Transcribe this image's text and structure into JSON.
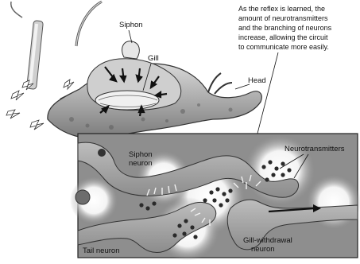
{
  "labels": {
    "siphon": "Siphon",
    "gill": "Gill",
    "head": "Head",
    "siphon_neuron_1": "Siphon",
    "siphon_neuron_2": "neuron",
    "neurotransmitters": "Neurotransmitters",
    "tail_neuron": "Tail neuron",
    "gill_withdrawal_1": "Gill-withdrawal",
    "gill_withdrawal_2": "neuron"
  },
  "annotation": {
    "line1": "As the reflex is learned, the",
    "line2": "amount of neurotransmitters",
    "line3": "and the branching of neurons",
    "line4": "increase, allowing the circuit",
    "line5": "to communicate more easily."
  }
}
